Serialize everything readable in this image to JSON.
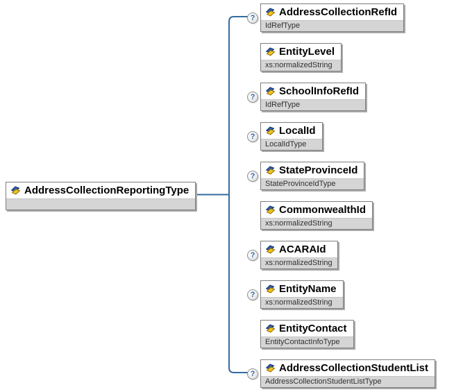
{
  "diagram": {
    "optional_marker": "?",
    "root": {
      "name": "AddressCollectionReportingType"
    },
    "children": [
      {
        "name": "AddressCollectionRefId",
        "type": "IdRefType",
        "optional": true
      },
      {
        "name": "EntityLevel",
        "type": "xs:normalizedString",
        "optional": false
      },
      {
        "name": "SchoolInfoRefId",
        "type": "IdRefType",
        "optional": true
      },
      {
        "name": "LocalId",
        "type": "LocalIdType",
        "optional": true
      },
      {
        "name": "StateProvinceId",
        "type": "StateProvinceIdType",
        "optional": true
      },
      {
        "name": "CommonwealthId",
        "type": "xs:normalizedString",
        "optional": false
      },
      {
        "name": "ACARAId",
        "type": "xs:normalizedString",
        "optional": true
      },
      {
        "name": "EntityName",
        "type": "xs:normalizedString",
        "optional": true
      },
      {
        "name": "EntityContact",
        "type": "EntityContactInfoType",
        "optional": false
      },
      {
        "name": "AddressCollectionStudentList",
        "type": "AddressCollectionStudentListType",
        "optional": true
      }
    ]
  },
  "theme": {
    "connector": "#336B9E",
    "box_border": "#7e7e7e",
    "box_shadow": "#a8a8a8",
    "strip_bg": "#d5d5d5",
    "title_text": "#000000",
    "type_text": "#303030",
    "qmark_border": "#909090",
    "qmark_text": "#3465A4",
    "icon_blue": "#2E5FA6",
    "icon_yellow": "#F2C31F",
    "icon_blue_outline": "#17366B",
    "icon_yellow_outline": "#8F6C07",
    "canvas_bg": "#ffffff"
  }
}
